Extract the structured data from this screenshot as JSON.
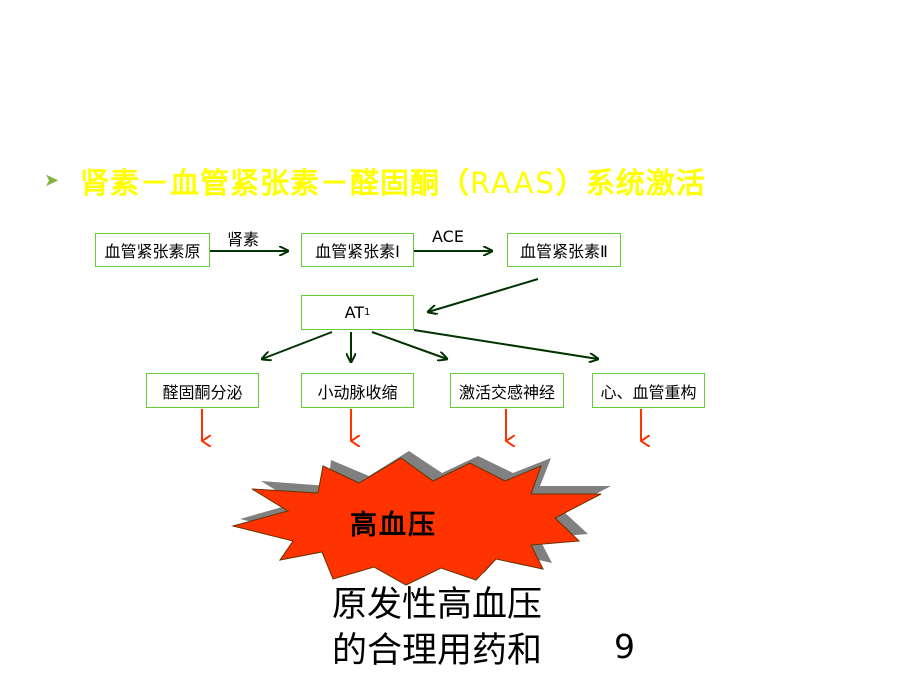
{
  "slide": {
    "heading_cn1": "肾素－血管紧张素－醛固酮（",
    "heading_latin": "RAAS",
    "heading_cn2": "）系统激活",
    "nodes": {
      "angiotensinogen": "血管紧张素原",
      "angiotensin1": "血管紧张素Ⅰ",
      "angiotensin2": "血管紧张素Ⅱ",
      "at1_main": "AT",
      "at1_sub": "1",
      "aldosterone": "醛固酮分泌",
      "vasoconstriction": "小动脉收缩",
      "sympathetic": "激活交感神经",
      "remodeling": "心、血管重构"
    },
    "edge_labels": {
      "renin": "肾素",
      "ace": "ACE"
    },
    "outcome": "高血压",
    "footer_line1": "原发性高血压",
    "footer_line2": "的合理用药和",
    "page_number": "9",
    "colors": {
      "heading": "#ffff00",
      "box_border": "#66cc33",
      "arrow": "#003300",
      "red_arrow": "#ff3300",
      "burst_fill": "#ff3300",
      "burst_shadow": "#808080"
    },
    "icons": {
      "bullet": "arrowhead-bullet-icon"
    }
  }
}
